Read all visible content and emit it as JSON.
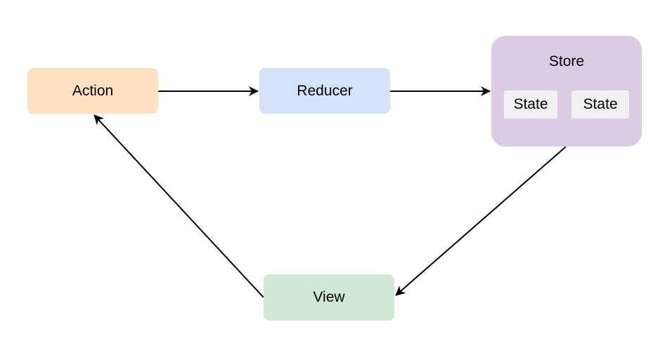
{
  "nodes": {
    "action": {
      "label": "Action",
      "color": "#ffe0c2"
    },
    "reducer": {
      "label": "Reducer",
      "color": "#d4e2f9"
    },
    "store": {
      "label": "Store",
      "color": "#dccbe4",
      "states": [
        {
          "label": "State",
          "color": "#f2f2f2"
        },
        {
          "label": "State",
          "color": "#f2f2f2"
        }
      ]
    },
    "view": {
      "label": "View",
      "color": "#d2e7d4"
    }
  },
  "edges": [
    {
      "from": "action",
      "to": "reducer"
    },
    {
      "from": "reducer",
      "to": "store"
    },
    {
      "from": "store",
      "to": "view"
    },
    {
      "from": "view",
      "to": "action"
    }
  ],
  "colors": {
    "edge": "#000000"
  }
}
